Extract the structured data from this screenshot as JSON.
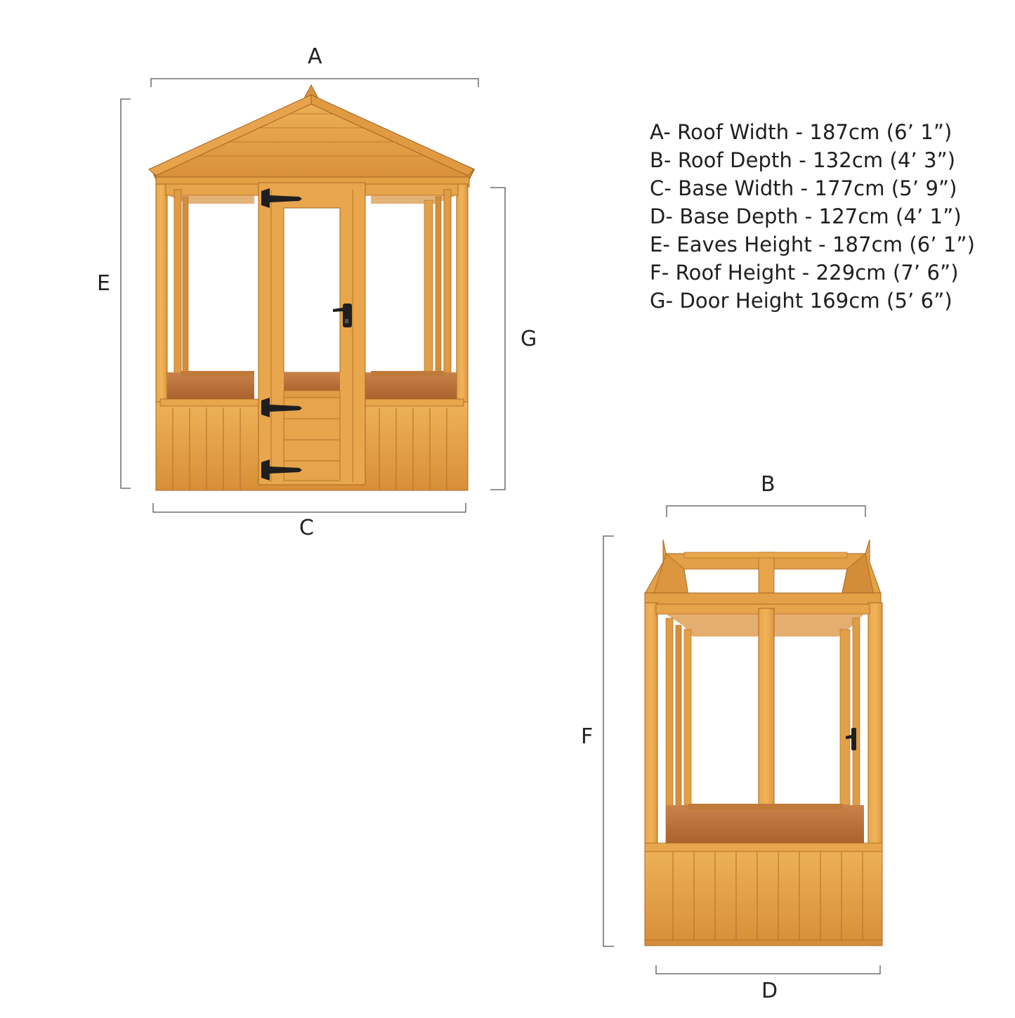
{
  "dimension_labels": {
    "a": "A",
    "b": "B",
    "c": "C",
    "d": "D",
    "e": "E",
    "f": "F",
    "g": "G"
  },
  "specifications": [
    "A- Roof Width - 187cm (6’ 1”)",
    "B- Roof Depth - 132cm (4’ 3”)",
    "C- Base Width - 177cm (5’ 9”)",
    "D- Base Depth - 127cm (4’ 1”)",
    "E- Eaves Height - 187cm (6’ 1”)",
    "F- Roof Height - 229cm (7’ 6”)",
    "G- Door Height 169cm (5’ 6”)"
  ],
  "colors": {
    "wood_light": "#e9a94b",
    "wood_mid": "#d9913a",
    "wood_dark": "#b8702a",
    "wood_edge": "#9c5a1f",
    "glass_interior": "#b06a35",
    "hardware": "#1f1f1f",
    "dimension_line": "#555555"
  }
}
